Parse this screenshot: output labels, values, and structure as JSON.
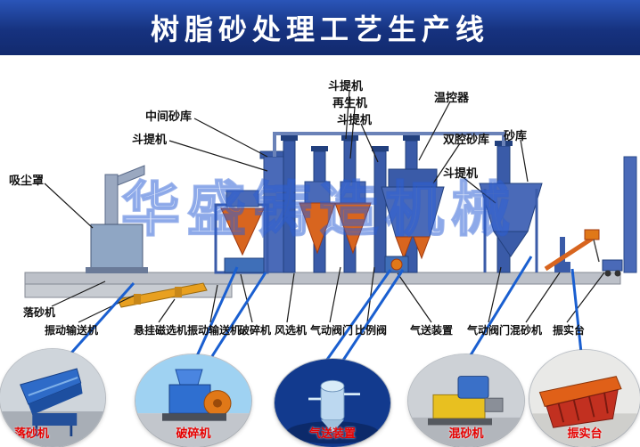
{
  "title": "树脂砂处理工艺生产线",
  "watermark": "华盛铸造机械",
  "callouts": {
    "dust_hood": "吸尘罩",
    "bucket_elevator_left": "斗提机",
    "intermediate_sand_silo": "中间砂库",
    "bucket_elevator_top": "斗提机",
    "regenerator": "再生机",
    "bucket_elevator_mid": "斗提机",
    "thermostat": "温控器",
    "double_chamber_silo": "双腔砂库",
    "sand_silo": "砂库",
    "bucket_elevator_right": "斗提机"
  },
  "equipment_row": [
    "落砂机",
    "振动输送机",
    "悬挂磁选机",
    "振动输送机",
    "破碎机",
    "风选机",
    "气动阀门",
    "比例阀",
    "气送装置",
    "气动阀门",
    "混砂机",
    "振实台"
  ],
  "detail_ovals": [
    {
      "label": "落砂机"
    },
    {
      "label": "破碎机"
    },
    {
      "label": "气送装置"
    },
    {
      "label": "混砂机"
    },
    {
      "label": "振实台"
    }
  ],
  "colors": {
    "title_bg": "#16327f",
    "machine_blue": "#3a5ba8",
    "hopper_orange": "#d8651f",
    "connector_blue": "#1a5fd0",
    "oval_label_red": "#e60000"
  }
}
